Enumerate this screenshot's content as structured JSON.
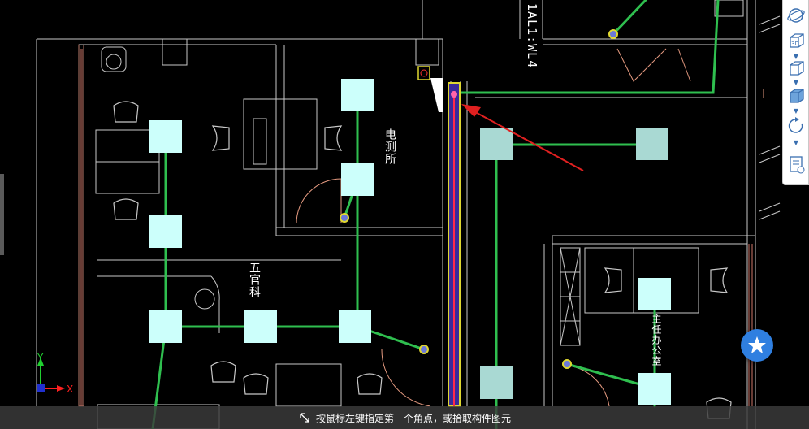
{
  "circuit_label": "1AL1:WL4",
  "rooms": {
    "monitoring": "电测所",
    "workshop": "五官科",
    "director": "主任办公室"
  },
  "status_bar": {
    "icon": "pick-cursor-icon",
    "prompt": "按鼠标左键指定第一个角点，或拾取构件图元"
  },
  "axes": {
    "x": "X",
    "y": "Y"
  },
  "toolbar": {
    "buttons": [
      "orbit-icon",
      "view-3d-icon",
      "box-wireframe-icon",
      "box-solid-icon",
      "rotate-icon",
      "properties-icon"
    ]
  },
  "colors": {
    "wire": "#2fbf4f",
    "fixture": "#ccfffb",
    "walls": "#c8c8c8",
    "door": "#e59a80",
    "highlight": "#e0d830",
    "accent": "#2f7fe0"
  }
}
